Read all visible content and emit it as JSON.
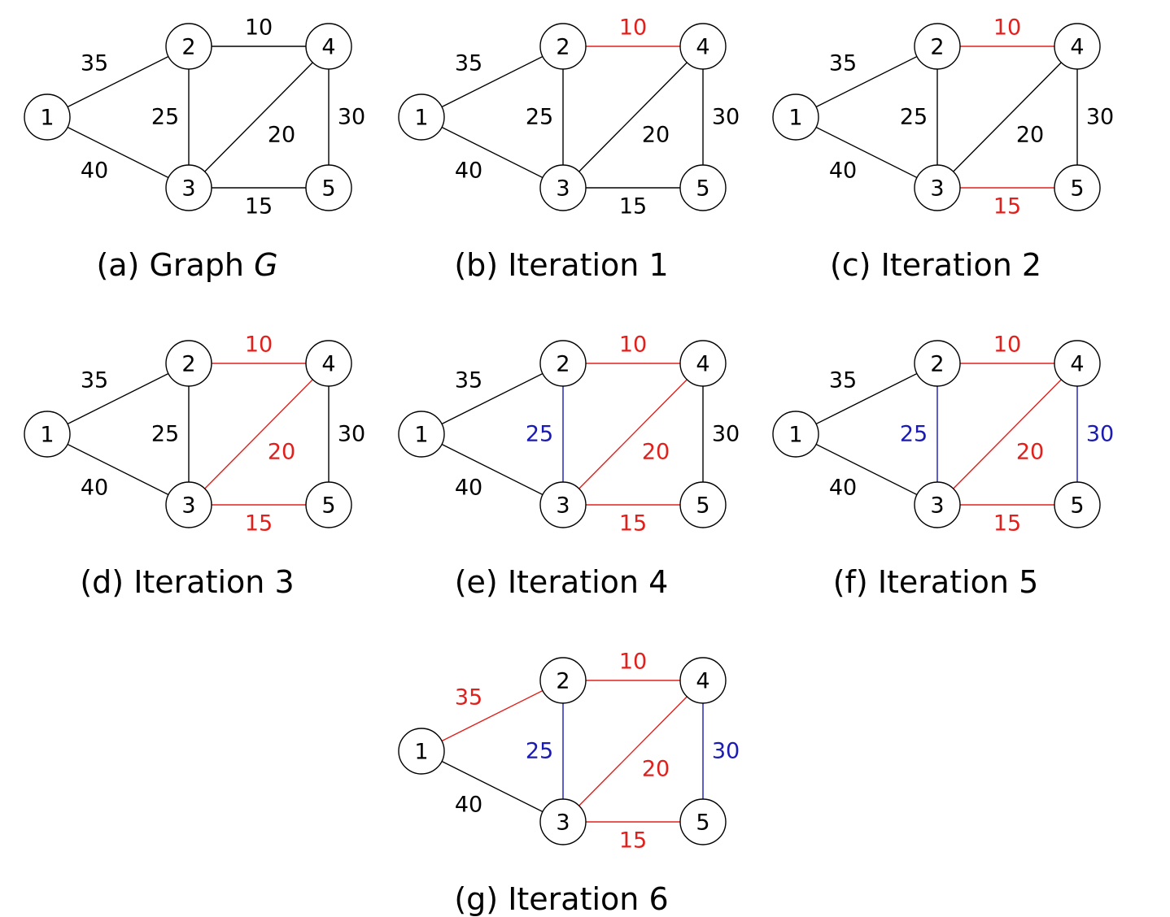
{
  "colors": {
    "default": "#000000",
    "selected": "#e0201c",
    "rejected": "#1a1ab4"
  },
  "panels": [
    {
      "id": "a",
      "caption_prefix": "(a) Graph ",
      "caption_var": "G",
      "edges": [
        {
          "from": "1",
          "to": "2",
          "weight": "35",
          "state": "default"
        },
        {
          "from": "1",
          "to": "3",
          "weight": "40",
          "state": "default"
        },
        {
          "from": "2",
          "to": "4",
          "weight": "10",
          "state": "default"
        },
        {
          "from": "2",
          "to": "3",
          "weight": "25",
          "state": "default"
        },
        {
          "from": "3",
          "to": "4",
          "weight": "20",
          "state": "default"
        },
        {
          "from": "4",
          "to": "5",
          "weight": "30",
          "state": "default"
        },
        {
          "from": "3",
          "to": "5",
          "weight": "15",
          "state": "default"
        }
      ]
    },
    {
      "id": "b",
      "caption_prefix": "(b) Iteration 1",
      "caption_var": "",
      "edges": [
        {
          "from": "1",
          "to": "2",
          "weight": "35",
          "state": "default"
        },
        {
          "from": "1",
          "to": "3",
          "weight": "40",
          "state": "default"
        },
        {
          "from": "2",
          "to": "4",
          "weight": "10",
          "state": "selected"
        },
        {
          "from": "2",
          "to": "3",
          "weight": "25",
          "state": "default"
        },
        {
          "from": "3",
          "to": "4",
          "weight": "20",
          "state": "default"
        },
        {
          "from": "4",
          "to": "5",
          "weight": "30",
          "state": "default"
        },
        {
          "from": "3",
          "to": "5",
          "weight": "15",
          "state": "default"
        }
      ]
    },
    {
      "id": "c",
      "caption_prefix": "(c) Iteration 2",
      "caption_var": "",
      "edges": [
        {
          "from": "1",
          "to": "2",
          "weight": "35",
          "state": "default"
        },
        {
          "from": "1",
          "to": "3",
          "weight": "40",
          "state": "default"
        },
        {
          "from": "2",
          "to": "4",
          "weight": "10",
          "state": "selected"
        },
        {
          "from": "2",
          "to": "3",
          "weight": "25",
          "state": "default"
        },
        {
          "from": "3",
          "to": "4",
          "weight": "20",
          "state": "default"
        },
        {
          "from": "4",
          "to": "5",
          "weight": "30",
          "state": "default"
        },
        {
          "from": "3",
          "to": "5",
          "weight": "15",
          "state": "selected"
        }
      ]
    },
    {
      "id": "d",
      "caption_prefix": "(d) Iteration 3",
      "caption_var": "",
      "edges": [
        {
          "from": "1",
          "to": "2",
          "weight": "35",
          "state": "default"
        },
        {
          "from": "1",
          "to": "3",
          "weight": "40",
          "state": "default"
        },
        {
          "from": "2",
          "to": "4",
          "weight": "10",
          "state": "selected"
        },
        {
          "from": "2",
          "to": "3",
          "weight": "25",
          "state": "default"
        },
        {
          "from": "3",
          "to": "4",
          "weight": "20",
          "state": "selected"
        },
        {
          "from": "4",
          "to": "5",
          "weight": "30",
          "state": "default"
        },
        {
          "from": "3",
          "to": "5",
          "weight": "15",
          "state": "selected"
        }
      ]
    },
    {
      "id": "e",
      "caption_prefix": "(e) Iteration 4",
      "caption_var": "",
      "edges": [
        {
          "from": "1",
          "to": "2",
          "weight": "35",
          "state": "default"
        },
        {
          "from": "1",
          "to": "3",
          "weight": "40",
          "state": "default"
        },
        {
          "from": "2",
          "to": "4",
          "weight": "10",
          "state": "selected"
        },
        {
          "from": "2",
          "to": "3",
          "weight": "25",
          "state": "rejected"
        },
        {
          "from": "3",
          "to": "4",
          "weight": "20",
          "state": "selected"
        },
        {
          "from": "4",
          "to": "5",
          "weight": "30",
          "state": "default"
        },
        {
          "from": "3",
          "to": "5",
          "weight": "15",
          "state": "selected"
        }
      ]
    },
    {
      "id": "f",
      "caption_prefix": "(f) Iteration 5",
      "caption_var": "",
      "edges": [
        {
          "from": "1",
          "to": "2",
          "weight": "35",
          "state": "default"
        },
        {
          "from": "1",
          "to": "3",
          "weight": "40",
          "state": "default"
        },
        {
          "from": "2",
          "to": "4",
          "weight": "10",
          "state": "selected"
        },
        {
          "from": "2",
          "to": "3",
          "weight": "25",
          "state": "rejected"
        },
        {
          "from": "3",
          "to": "4",
          "weight": "20",
          "state": "selected"
        },
        {
          "from": "4",
          "to": "5",
          "weight": "30",
          "state": "rejected"
        },
        {
          "from": "3",
          "to": "5",
          "weight": "15",
          "state": "selected"
        }
      ]
    },
    {
      "id": "g",
      "caption_prefix": "(g) Iteration 6",
      "caption_var": "",
      "edges": [
        {
          "from": "1",
          "to": "2",
          "weight": "35",
          "state": "selected"
        },
        {
          "from": "1",
          "to": "3",
          "weight": "40",
          "state": "default"
        },
        {
          "from": "2",
          "to": "4",
          "weight": "10",
          "state": "selected"
        },
        {
          "from": "2",
          "to": "3",
          "weight": "25",
          "state": "rejected"
        },
        {
          "from": "3",
          "to": "4",
          "weight": "20",
          "state": "selected"
        },
        {
          "from": "4",
          "to": "5",
          "weight": "30",
          "state": "rejected"
        },
        {
          "from": "3",
          "to": "5",
          "weight": "15",
          "state": "selected"
        }
      ]
    }
  ]
}
